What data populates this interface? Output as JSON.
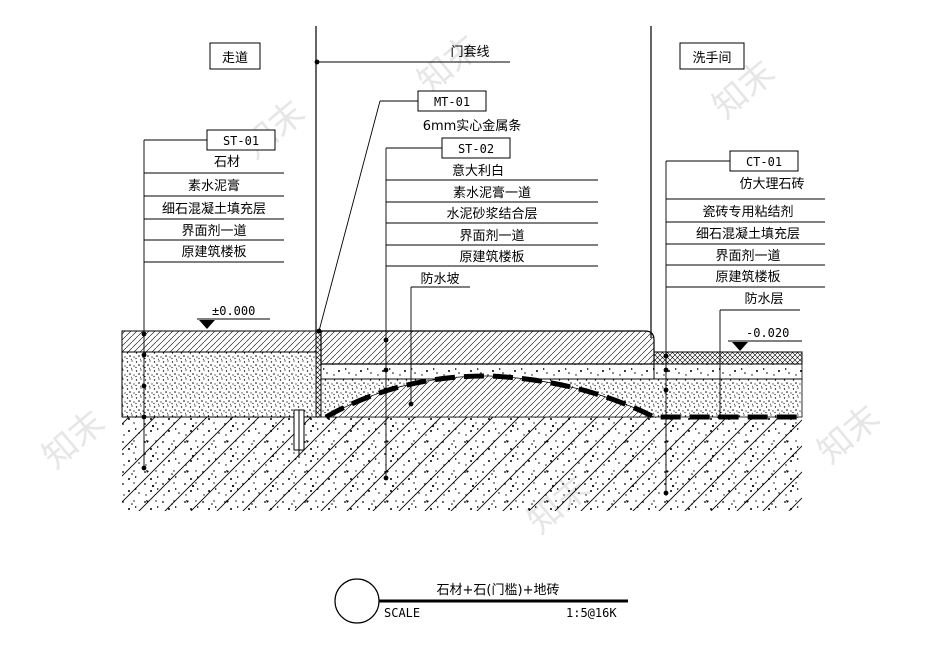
{
  "zones": {
    "left": "走道",
    "right": "洗手间"
  },
  "door_casing": "门套线",
  "metal_strip": {
    "code": "MT-01",
    "desc": "6mm实心金属条"
  },
  "left_spec": {
    "code": "ST-01",
    "name": "石材",
    "layers": [
      "素水泥膏",
      "细石混凝土填充层",
      "界面剂一道",
      "原建筑楼板"
    ]
  },
  "threshold_spec": {
    "code": "ST-02",
    "name": "意大利白",
    "layers": [
      "素水泥膏一道",
      "水泥砂浆结合层",
      "界面剂一道",
      "原建筑楼板"
    ],
    "extra": "防水坡"
  },
  "right_spec": {
    "code": "CT-01",
    "name": "仿大理石砖",
    "layers": [
      "瓷砖专用粘结剂",
      "细石混凝土填充层",
      "界面剂一道",
      "原建筑楼板"
    ],
    "extra": "防水层"
  },
  "levels": {
    "left": "±0.000",
    "right": "-0.020"
  },
  "title_block": {
    "title": "石材+石(门槛)+地砖",
    "scale_label": "SCALE",
    "scale_value": "1:5@16K"
  },
  "watermark": "知末"
}
